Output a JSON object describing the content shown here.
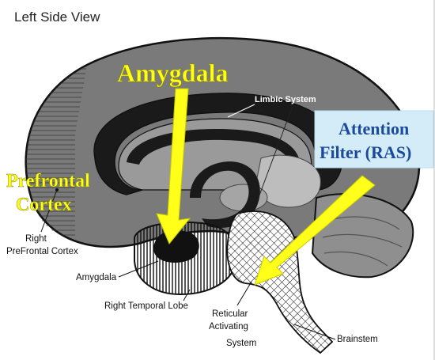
{
  "title": "Left Side View",
  "labels": {
    "limbic_system": "Limbic System",
    "right_prefrontal_line1": "Right",
    "right_prefrontal_line2": "PreFrontal Cortex",
    "amygdala_small": "Amygdala",
    "right_temporal_lobe": "Right Temporal Lobe",
    "reticular_line1": "Reticular",
    "reticular_line2": "Activating",
    "reticular_line3": "System",
    "brainstem": "Brainstem"
  },
  "callouts": {
    "amygdala": "Amygdala",
    "prefrontal_line1": "Prefrontal",
    "prefrontal_line2": "Cortex",
    "attention_line1": "Attention",
    "attention_line2": "Filter (RAS)"
  },
  "colors": {
    "highlight_yellow": "#ffff1a",
    "attention_box": "#d4ecf7",
    "attention_text": "#1a4a99",
    "brain_gray": "#7a7a7a",
    "cerebellum_gray": "#8f8f8f",
    "inner_light": "#bdbdbd",
    "outline": "#111111"
  }
}
